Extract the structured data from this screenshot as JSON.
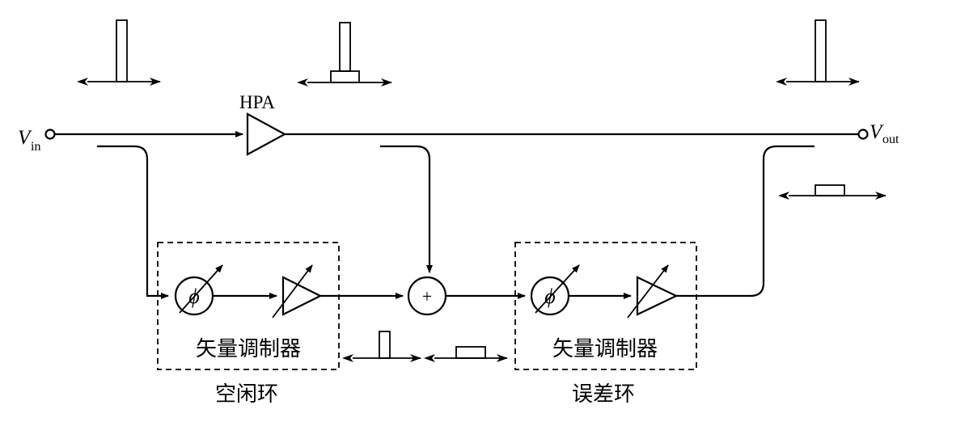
{
  "labels": {
    "input_main": "V",
    "input_sub": "in",
    "output_main": "V",
    "output_sub": "out",
    "amplifier": "HPA",
    "phase_symbol_1": "ϕ",
    "phase_symbol_2": "ϕ",
    "adder_symbol": "+",
    "vector_modulator_1": "矢量调制器",
    "vector_modulator_2": "矢量调制器",
    "carrier_loop": "空闲环",
    "error_loop": "误差环"
  },
  "icons": {
    "spectrum": "spectrum-icon",
    "phase_shifter": "phase-shifter-icon",
    "variable_gain": "variable-gain-amplifier-icon",
    "adder": "adder-icon",
    "port": "port-circle-icon"
  },
  "colors": {
    "line": "#000000",
    "background": "#ffffff"
  }
}
